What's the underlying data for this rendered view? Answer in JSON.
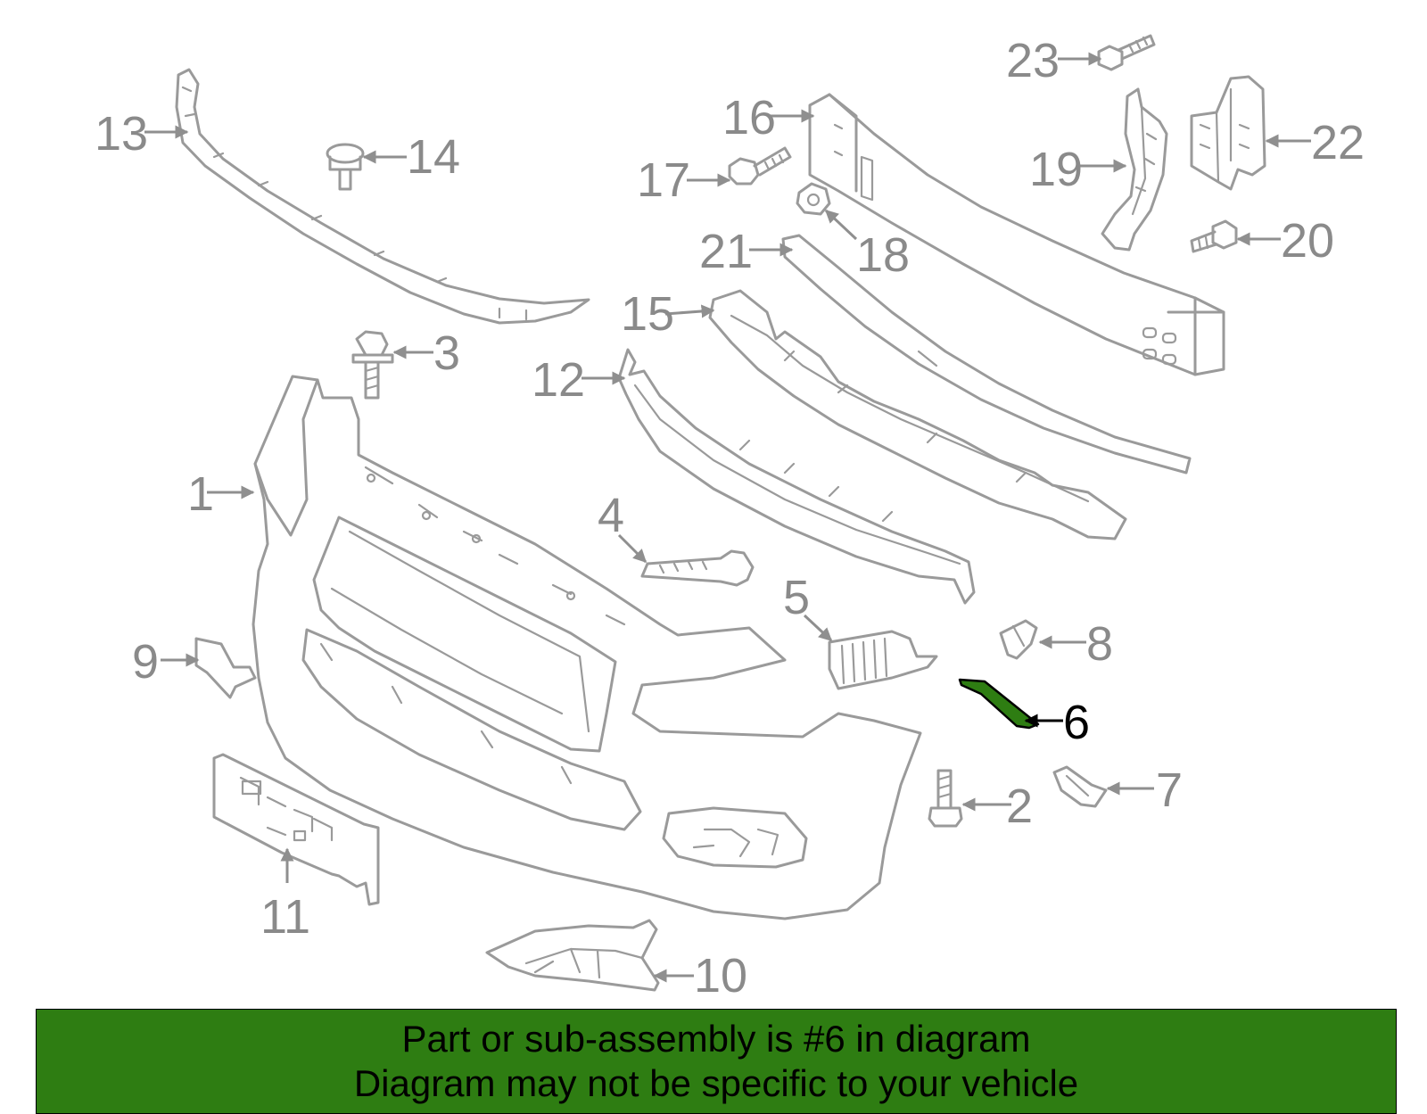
{
  "colors": {
    "banner_bg": "#2e7d12",
    "highlight": "#2e7d12",
    "part_stroke": "#9a9a9a",
    "label_gray": "#8a8a8a"
  },
  "labels": {
    "p1": "1",
    "p2": "2",
    "p3": "3",
    "p4": "4",
    "p5": "5",
    "p6": "6",
    "p7": "7",
    "p8": "8",
    "p9": "9",
    "p10": "10",
    "p11": "11",
    "p12": "12",
    "p13": "13",
    "p14": "14",
    "p15": "15",
    "p16": "16",
    "p17": "17",
    "p18": "18",
    "p19": "19",
    "p20": "20",
    "p21": "21",
    "p22": "22",
    "p23": "23"
  },
  "highlighted_part": "6",
  "banner": {
    "line1": "Part or sub-assembly is #6 in diagram",
    "line2": "Diagram may not be specific to your vehicle"
  }
}
